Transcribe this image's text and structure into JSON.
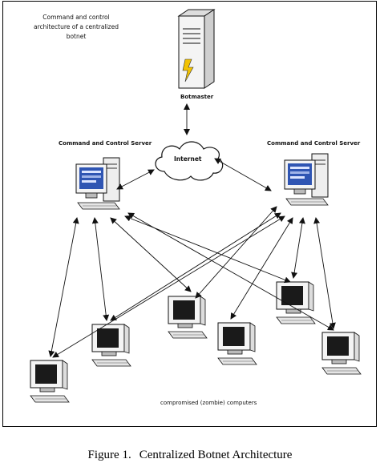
{
  "diagram": {
    "title": "Command and control architecture of a centralized botnet",
    "labels": {
      "botmaster": "Botmaster",
      "cc_left": "Command and Control Server",
      "cc_right": "Command and Control Server",
      "internet": "Internet",
      "zombies": "compromised (zombie) computers"
    },
    "colors": {
      "line": "#111111",
      "screen": "#2f55b3",
      "lightning": "#f2c200",
      "case": "#f0f0f0"
    }
  },
  "caption": {
    "figure": "Figure 1.",
    "text": "Centralized Botnet Architecture"
  }
}
